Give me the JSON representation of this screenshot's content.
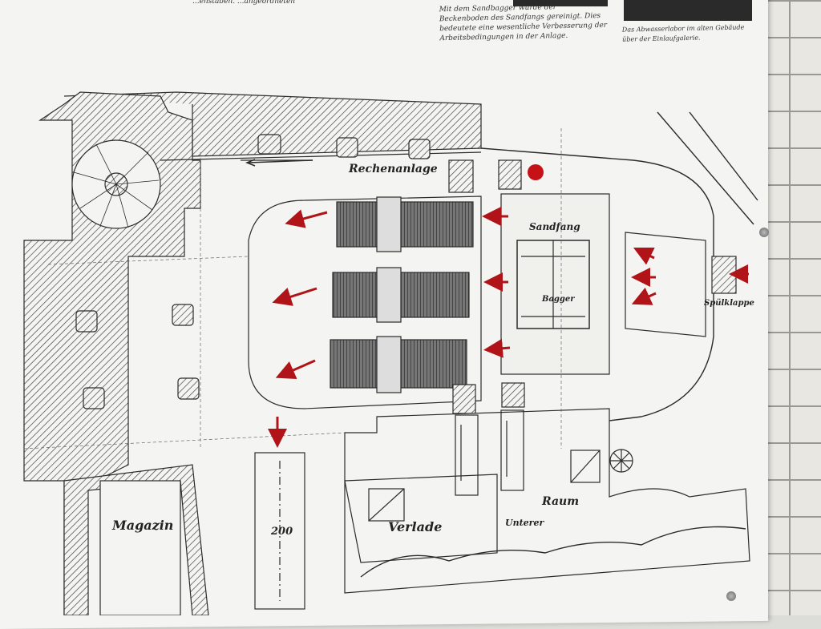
{
  "captions": {
    "top_left_fragment": "...enstäben.        ...angeordneten",
    "sandbagger": "Mit dem Sandbagger wurde der Beckenboden des Sandfangs gereinigt. Dies bedeutete eine wesentliche Verbesserung der Arbeitsbedingungen in der Anlage.",
    "labor": "Das Abwasserlabor im alten Gebäude über der Einlaufgalerie."
  },
  "plan_labels": {
    "rechenanlage": "Rechenanlage",
    "sandfang": "Sandfang",
    "bagger": "Bagger",
    "spuelklappe": "Spülklappe",
    "magazin": "Magazin",
    "verlade": "Verlade",
    "raum": "Raum",
    "unterer": "Unterer",
    "dimension": "200"
  },
  "colors": {
    "arrow": "#b01418",
    "ink": "#2b2b2b",
    "panel": "#f4f5f2",
    "wall": "#e9e7e2"
  }
}
